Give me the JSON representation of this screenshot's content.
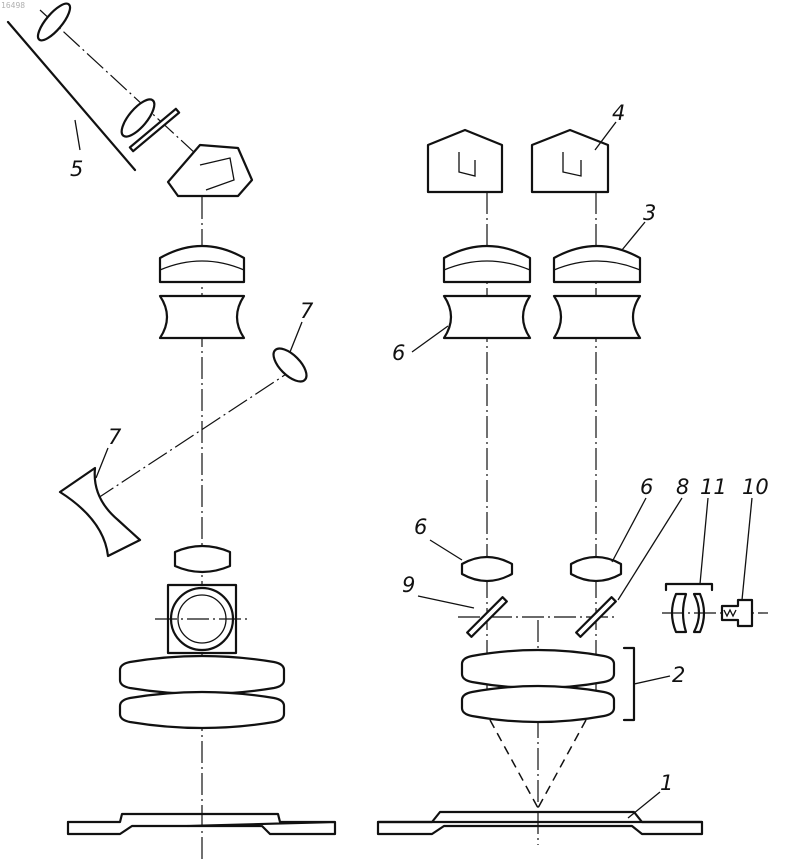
{
  "corner_id": "16498",
  "labels": {
    "l1": "1",
    "l2": "2",
    "l3": "3",
    "l4": "4",
    "l5": "5",
    "l6a": "6",
    "l6b": "6",
    "l6c": "6",
    "l7a": "7",
    "l7b": "7",
    "l8": "8",
    "l9": "9",
    "l10": "10",
    "l11": "11"
  }
}
